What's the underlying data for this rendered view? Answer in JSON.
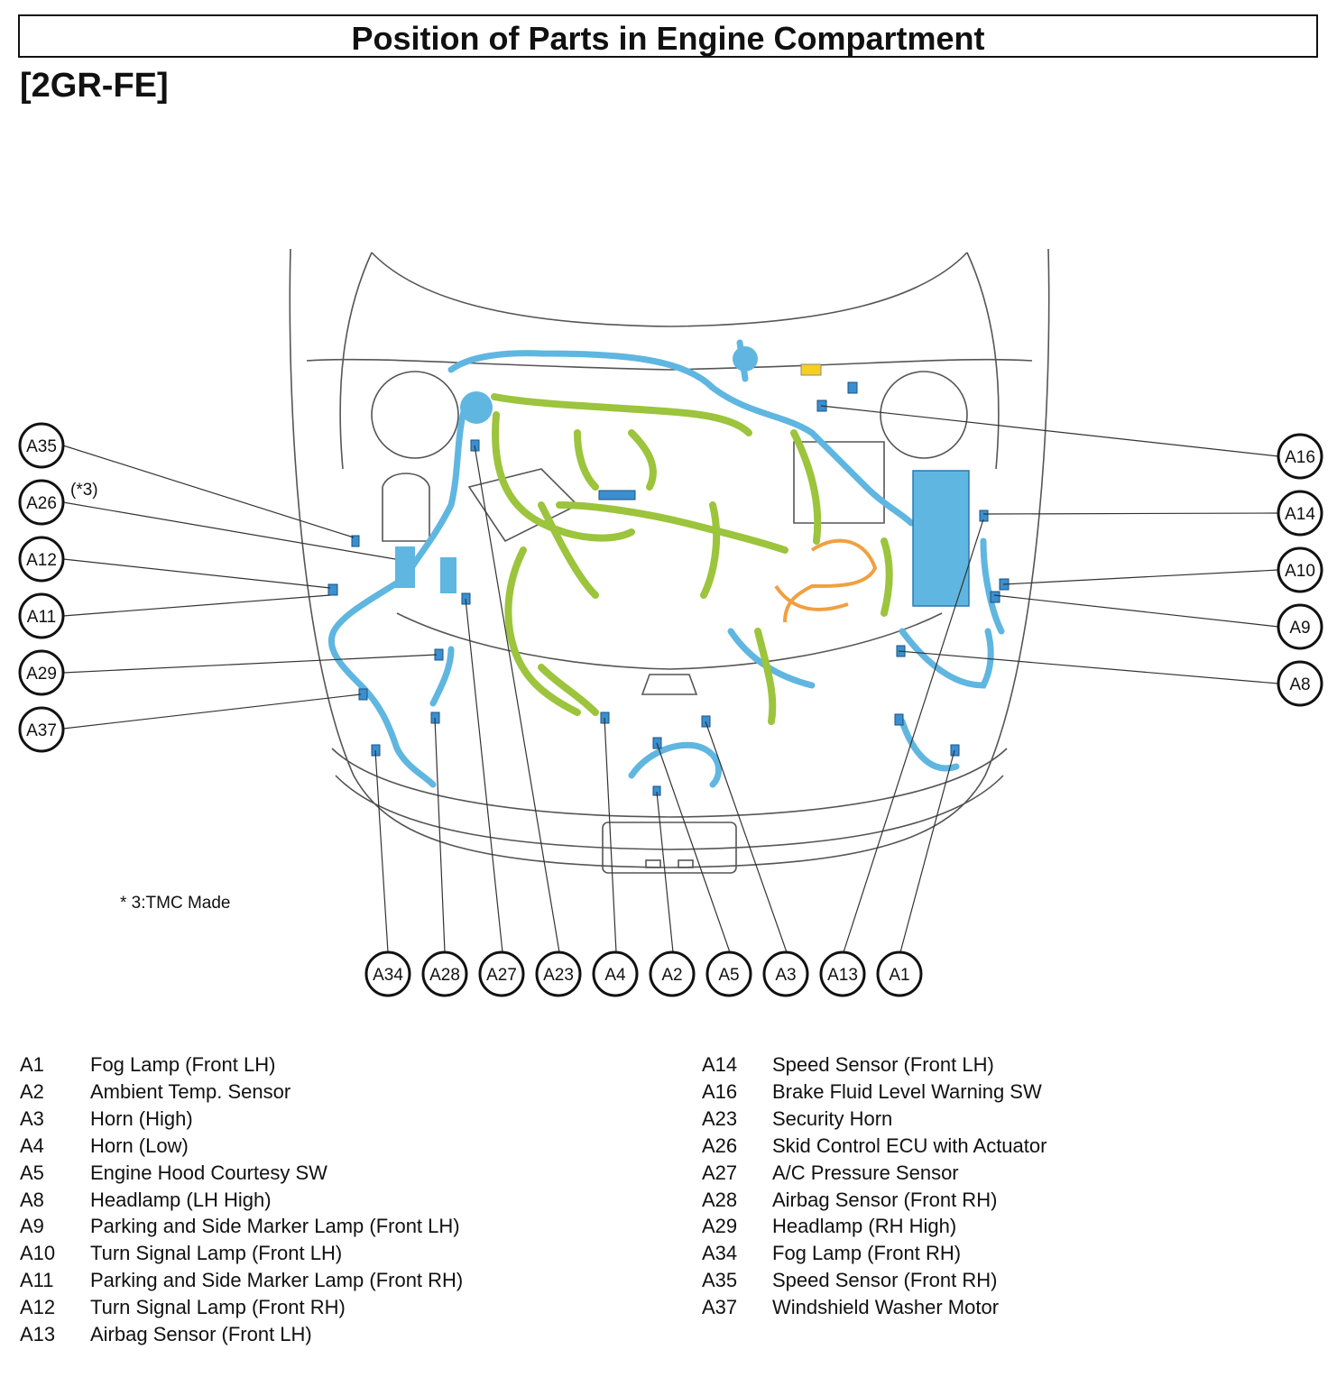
{
  "header": {
    "title": "Position of Parts in Engine Compartment",
    "subtitle": "[2GR-FE]"
  },
  "footnote": "* 3:TMC Made",
  "annotation_tmc": "(*3)",
  "colors": {
    "harness_blue": "#5fb6e0",
    "harness_green": "#9cc43c",
    "harness_orange": "#f0a040",
    "connector_blue": "#3a8fd0",
    "outline": "#555555"
  },
  "callouts": {
    "left": [
      "A35",
      "A26",
      "A12",
      "A11",
      "A29",
      "A37"
    ],
    "right": [
      "A16",
      "A14",
      "A10",
      "A9",
      "A8"
    ],
    "bottom": [
      "A34",
      "A28",
      "A27",
      "A23",
      "A4",
      "A2",
      "A5",
      "A3",
      "A13",
      "A1"
    ]
  },
  "legend": {
    "left": [
      {
        "code": "A1",
        "name": "Fog Lamp (Front LH)"
      },
      {
        "code": "A2",
        "name": "Ambient Temp. Sensor"
      },
      {
        "code": "A3",
        "name": "Horn (High)"
      },
      {
        "code": "A4",
        "name": "Horn (Low)"
      },
      {
        "code": "A5",
        "name": "Engine Hood Courtesy SW"
      },
      {
        "code": "A8",
        "name": "Headlamp (LH High)"
      },
      {
        "code": "A9",
        "name": "Parking and Side Marker Lamp (Front LH)"
      },
      {
        "code": "A10",
        "name": "Turn Signal Lamp (Front LH)"
      },
      {
        "code": "A11",
        "name": "Parking and Side Marker Lamp (Front RH)"
      },
      {
        "code": "A12",
        "name": "Turn Signal Lamp (Front RH)"
      },
      {
        "code": "A13",
        "name": "Airbag Sensor (Front LH)"
      }
    ],
    "right": [
      {
        "code": "A14",
        "name": "Speed Sensor (Front LH)"
      },
      {
        "code": "A16",
        "name": "Brake Fluid Level Warning SW"
      },
      {
        "code": "A23",
        "name": "Security Horn"
      },
      {
        "code": "A26",
        "name": "Skid Control ECU with Actuator"
      },
      {
        "code": "A27",
        "name": "A/C Pressure Sensor"
      },
      {
        "code": "A28",
        "name": "Airbag Sensor (Front RH)"
      },
      {
        "code": "A29",
        "name": "Headlamp (RH High)"
      },
      {
        "code": "A34",
        "name": "Fog Lamp (Front RH)"
      },
      {
        "code": "A35",
        "name": "Speed Sensor (Front RH)"
      },
      {
        "code": "A37",
        "name": "Windshield Washer Motor"
      }
    ]
  }
}
